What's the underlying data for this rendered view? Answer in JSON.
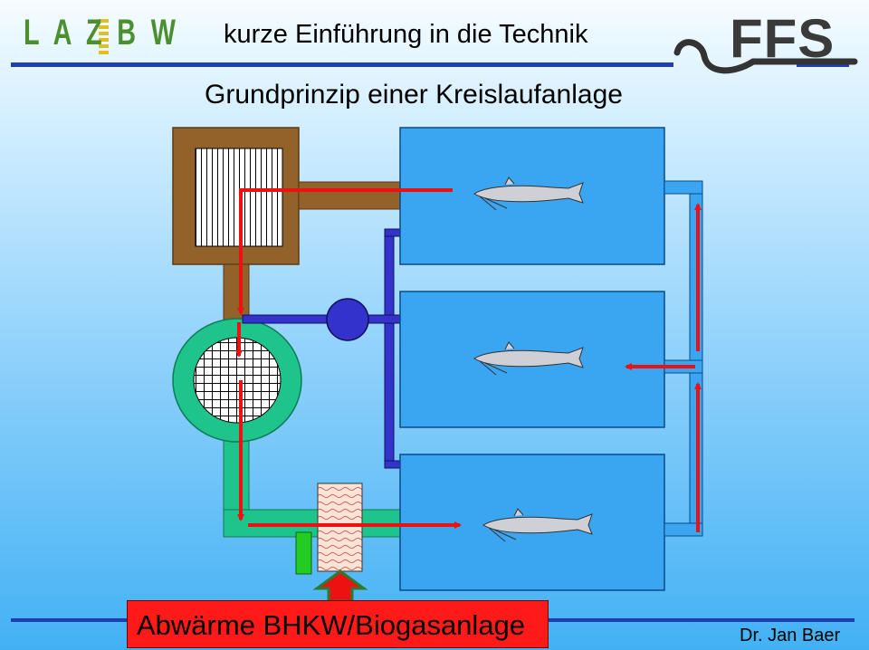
{
  "header": {
    "logo_left": "L A Z B W",
    "title": "kurze Einführung in die Technik",
    "subtitle": "Grundprinzip einer Kreislaufanlage",
    "logo_right": "FFS"
  },
  "footer": {
    "caption": "Abwärme BHKW/Biogasanlage",
    "author": "Dr. Jan Baer"
  },
  "colors": {
    "tank": "#3aa6f2",
    "brown_filter": "#93612a",
    "green_filter": "#1fc48c",
    "pump": "#3333cc",
    "arrow": "#ee1111",
    "return_pipe": "#3aa6f2",
    "heater_led": "#22cc22",
    "header_rule": "#1f3fb0"
  },
  "icons": [
    "fish-icon",
    "pump-icon",
    "heat-arrow-icon",
    "ffs-swirl-icon"
  ]
}
